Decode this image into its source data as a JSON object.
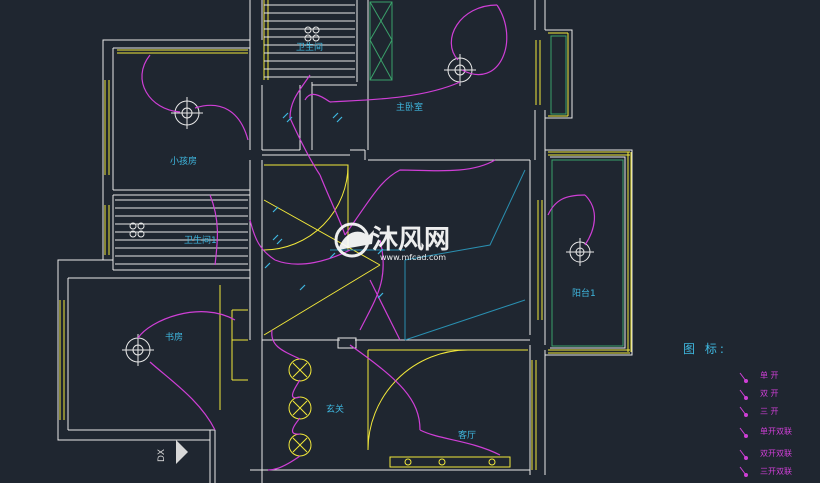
{
  "colors": {
    "background": "#1f2630",
    "wall": "#e8e8e8",
    "window": "#f2e83a",
    "door_swing": "#f2e83a",
    "wiring": "#cf3fd6",
    "label": "#3fb8e0",
    "switch": "#3fb8e0"
  },
  "rooms": {
    "bathroom_top": "卫生间",
    "master_bedroom": "主卧室",
    "kids_room": "小孩房",
    "bathroom_1": "卫生间1",
    "balcony_1": "阳台1",
    "study": "书房",
    "foyer": "玄关",
    "living_room": "客厅"
  },
  "legend": {
    "title": "图  标:",
    "items": [
      {
        "label": "单 开"
      },
      {
        "label": "双 开"
      },
      {
        "label": "三 开"
      },
      {
        "label": "单开双联"
      },
      {
        "label": "双开双联"
      },
      {
        "label": "三开双联"
      }
    ]
  },
  "watermark": {
    "cn": "沐风网",
    "url": "www.mfcad.com"
  },
  "north_marker": "DX"
}
